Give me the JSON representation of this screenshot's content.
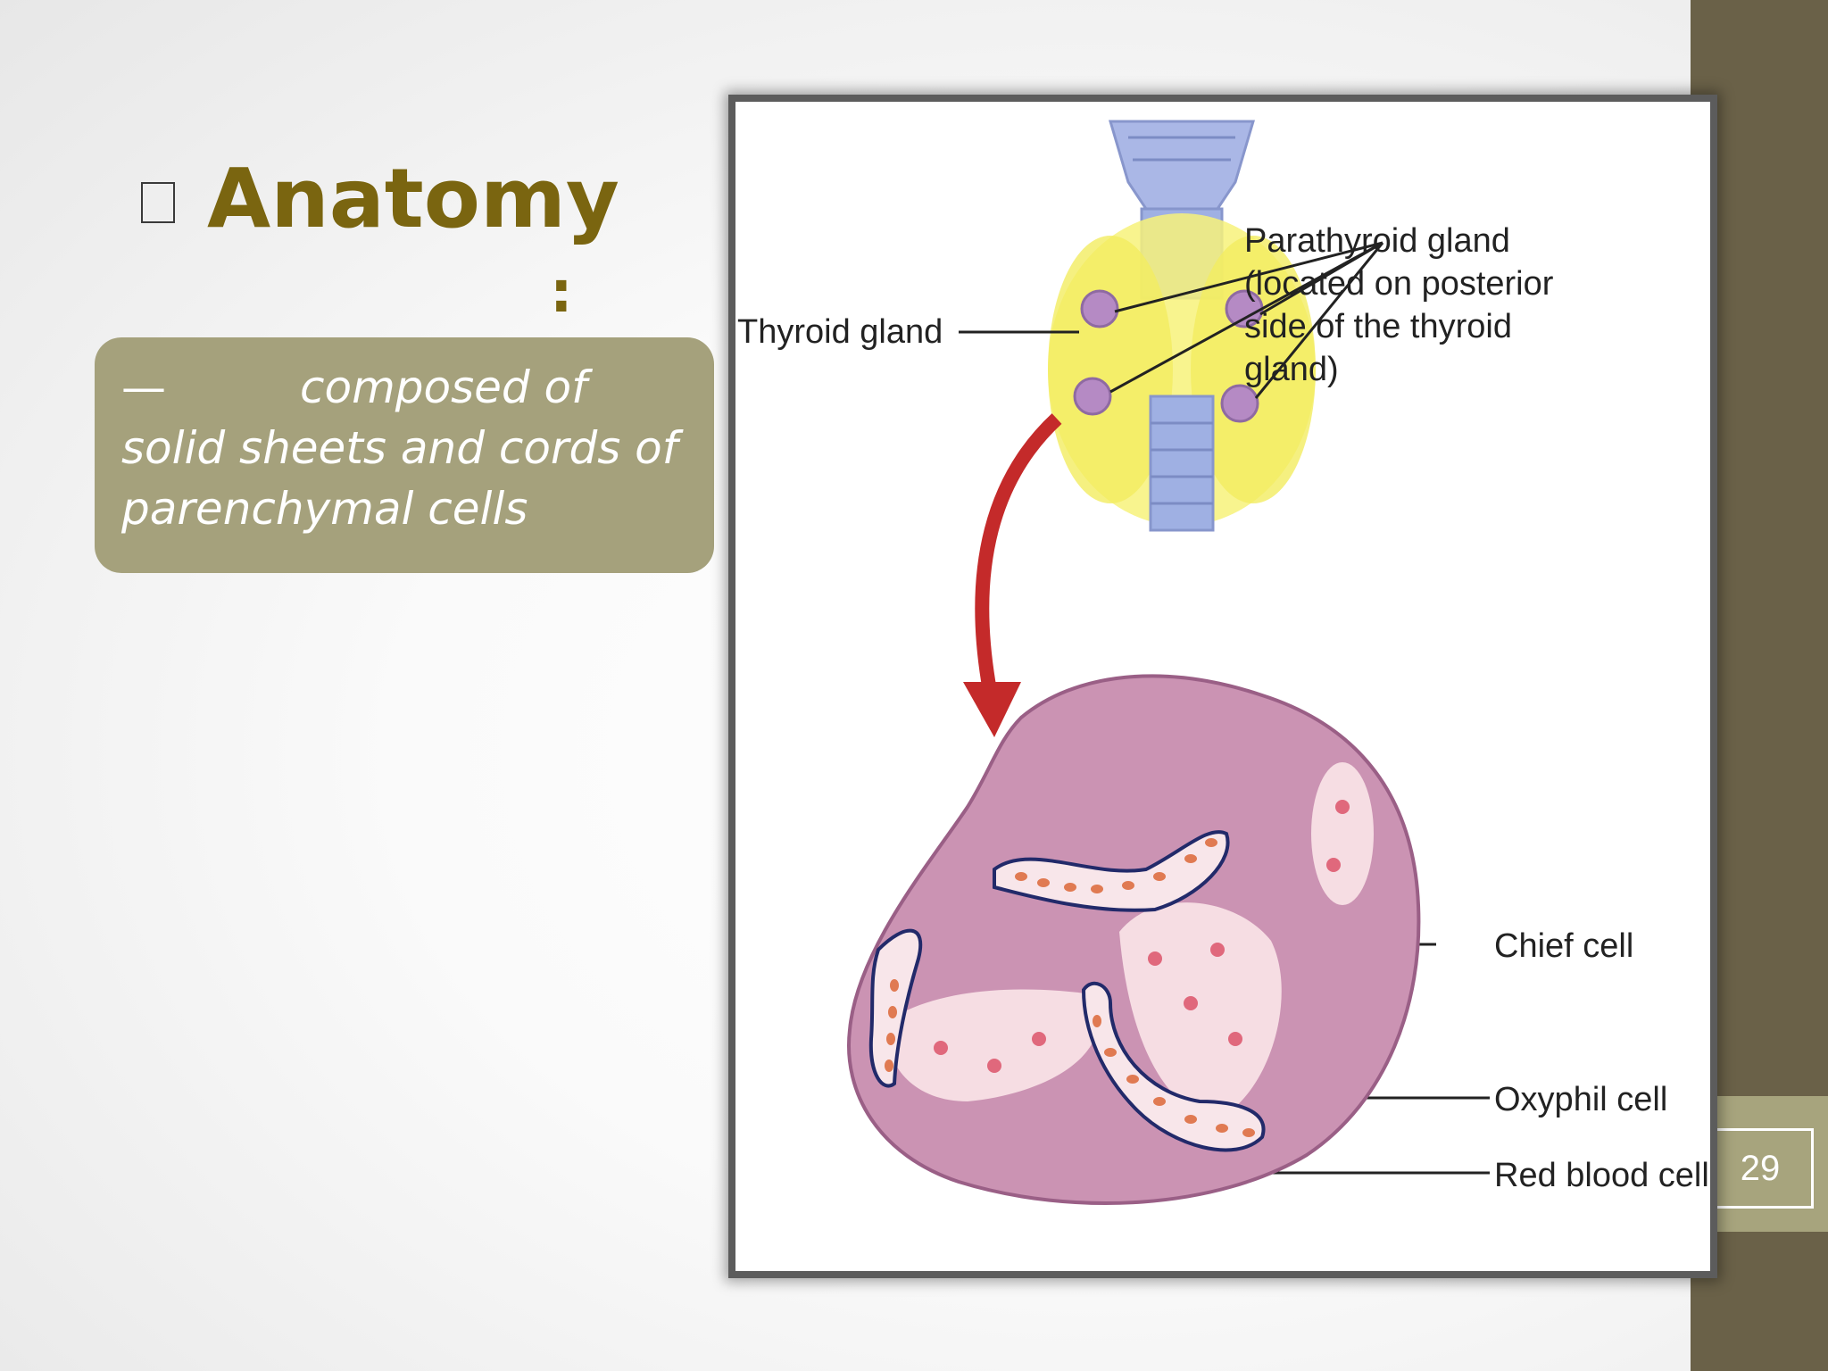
{
  "slide": {
    "title": "Anatomy",
    "title_colon": ":",
    "bullet_icon": "square-bullet-icon",
    "body_dash": "—",
    "body_text_line1": "composed of",
    "body_text_line2": "solid  sheets and cords of",
    "body_text_line3": "parenchymal cells",
    "page_number": "29"
  },
  "figure": {
    "label_parathyroid_1": "Parathyroid gland",
    "label_parathyroid_2": "(located on posterior",
    "label_parathyroid_3": "side of the thyroid",
    "label_parathyroid_4": "gland)",
    "label_thyroid": "Thyroid gland",
    "label_chief": "Chief cell",
    "label_oxyphil": "Oxyphil cell",
    "label_rbc": "Red blood cell"
  },
  "colors": {
    "title": "#7a6510",
    "band": "#6a6148",
    "textbox": "#a5a17c",
    "tissue": "#c98fb0",
    "arrow": "#c42a2a"
  }
}
